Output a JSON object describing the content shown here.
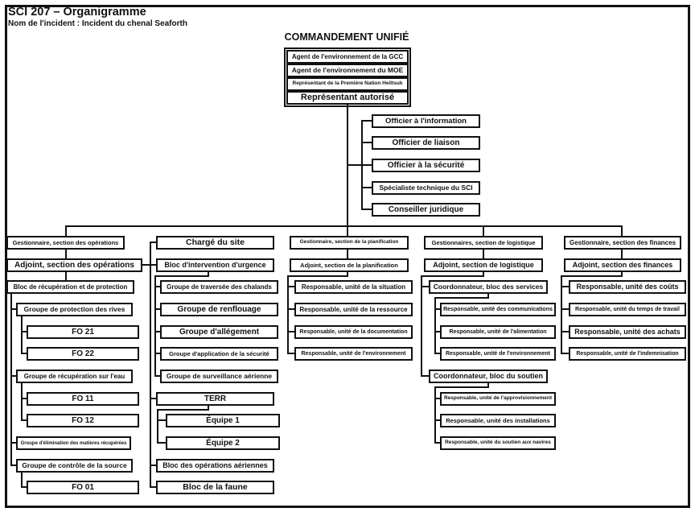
{
  "header": {
    "title": "SCI 207 – Organigramme",
    "incident": "Nom de l'incident : Incident du chenal Seaforth"
  },
  "unified_command": {
    "heading": "COMMANDEMENT UNIFIÉ",
    "members": [
      "Agent de l'environnement de la GCC",
      "Agent de l'environnement du MOE",
      "Représentant de la Première Nation Heiltsuk",
      "Représentant autorisé"
    ]
  },
  "command_staff": [
    "Officier à l'information",
    "Officier de liaison",
    "Officier à la sécurité",
    "Spécialiste technique du SCI",
    "Conseiller juridique"
  ],
  "operations": {
    "manager": "Gestionnaire, section des opérations",
    "deputy": "Adjoint, section des opérations",
    "recovery_branch": "Bloc de récupération et de protection",
    "shoreline_group": "Groupe de protection des rives",
    "fo21": "FO 21",
    "fo22": "FO 22",
    "on_water_group": "Groupe de récupération sur l'eau",
    "fo11": "FO 11",
    "fo12": "FO 12",
    "disposal_group": "Groupe d'élimination des matières récupérées",
    "source_control_group": "Groupe de contrôle de la source",
    "fo01": "FO 01"
  },
  "site": {
    "site_officer": "Chargé du site",
    "emergency_branch": "Bloc d'intervention d'urgence",
    "barge_group": "Groupe de traversée des chalands",
    "refloat_group": "Groupe de renflouage",
    "lightering_group": "Groupe d'allégement",
    "safety_group": "Groupe d'application de la sécurité",
    "aerial_group": "Groupe de surveillance aérienne",
    "terr": "TERR",
    "team1": "Équipe 1",
    "team2": "Équipe 2",
    "air_ops_branch": "Bloc des opérations aériennes",
    "wildlife_branch": "Bloc de la faune"
  },
  "planning": {
    "manager": "Gestionnaire, section de la planification",
    "deputy": "Adjoint, section de la planification",
    "units": [
      "Responsable, unité de la situation",
      "Responsable, unité de la ressource",
      "Responsable, unité de la documentation",
      "Responsable, unité de l'environnement"
    ]
  },
  "logistics": {
    "manager": "Gestionnaires, section de logistique",
    "deputy": "Adjoint, section de logistique",
    "services_coordinator": "Coordonnateur, bloc des services",
    "services_units": [
      "Responsable, unité des communications",
      "Responsable, unité de l'alimentation",
      "Responsable, unité de l'environnement"
    ],
    "support_coordinator": "Coordonnateur, bloc du soutien",
    "support_units": [
      "Responsable, unité de l'approvisionnement",
      "Responsable, unité des installations",
      "Responsable, unité du soutien aux navires"
    ]
  },
  "finance": {
    "manager": "Gestionnaire, section des finances",
    "deputy": "Adjoint, section des finances",
    "units": [
      "Responsable, unité des coûts",
      "Responsable, unité du temps de travail",
      "Responsable, unité des achats",
      "Responsable, unité de l'indemnisation"
    ]
  },
  "colors": {
    "ink": "#111111",
    "background": "#ffffff"
  }
}
